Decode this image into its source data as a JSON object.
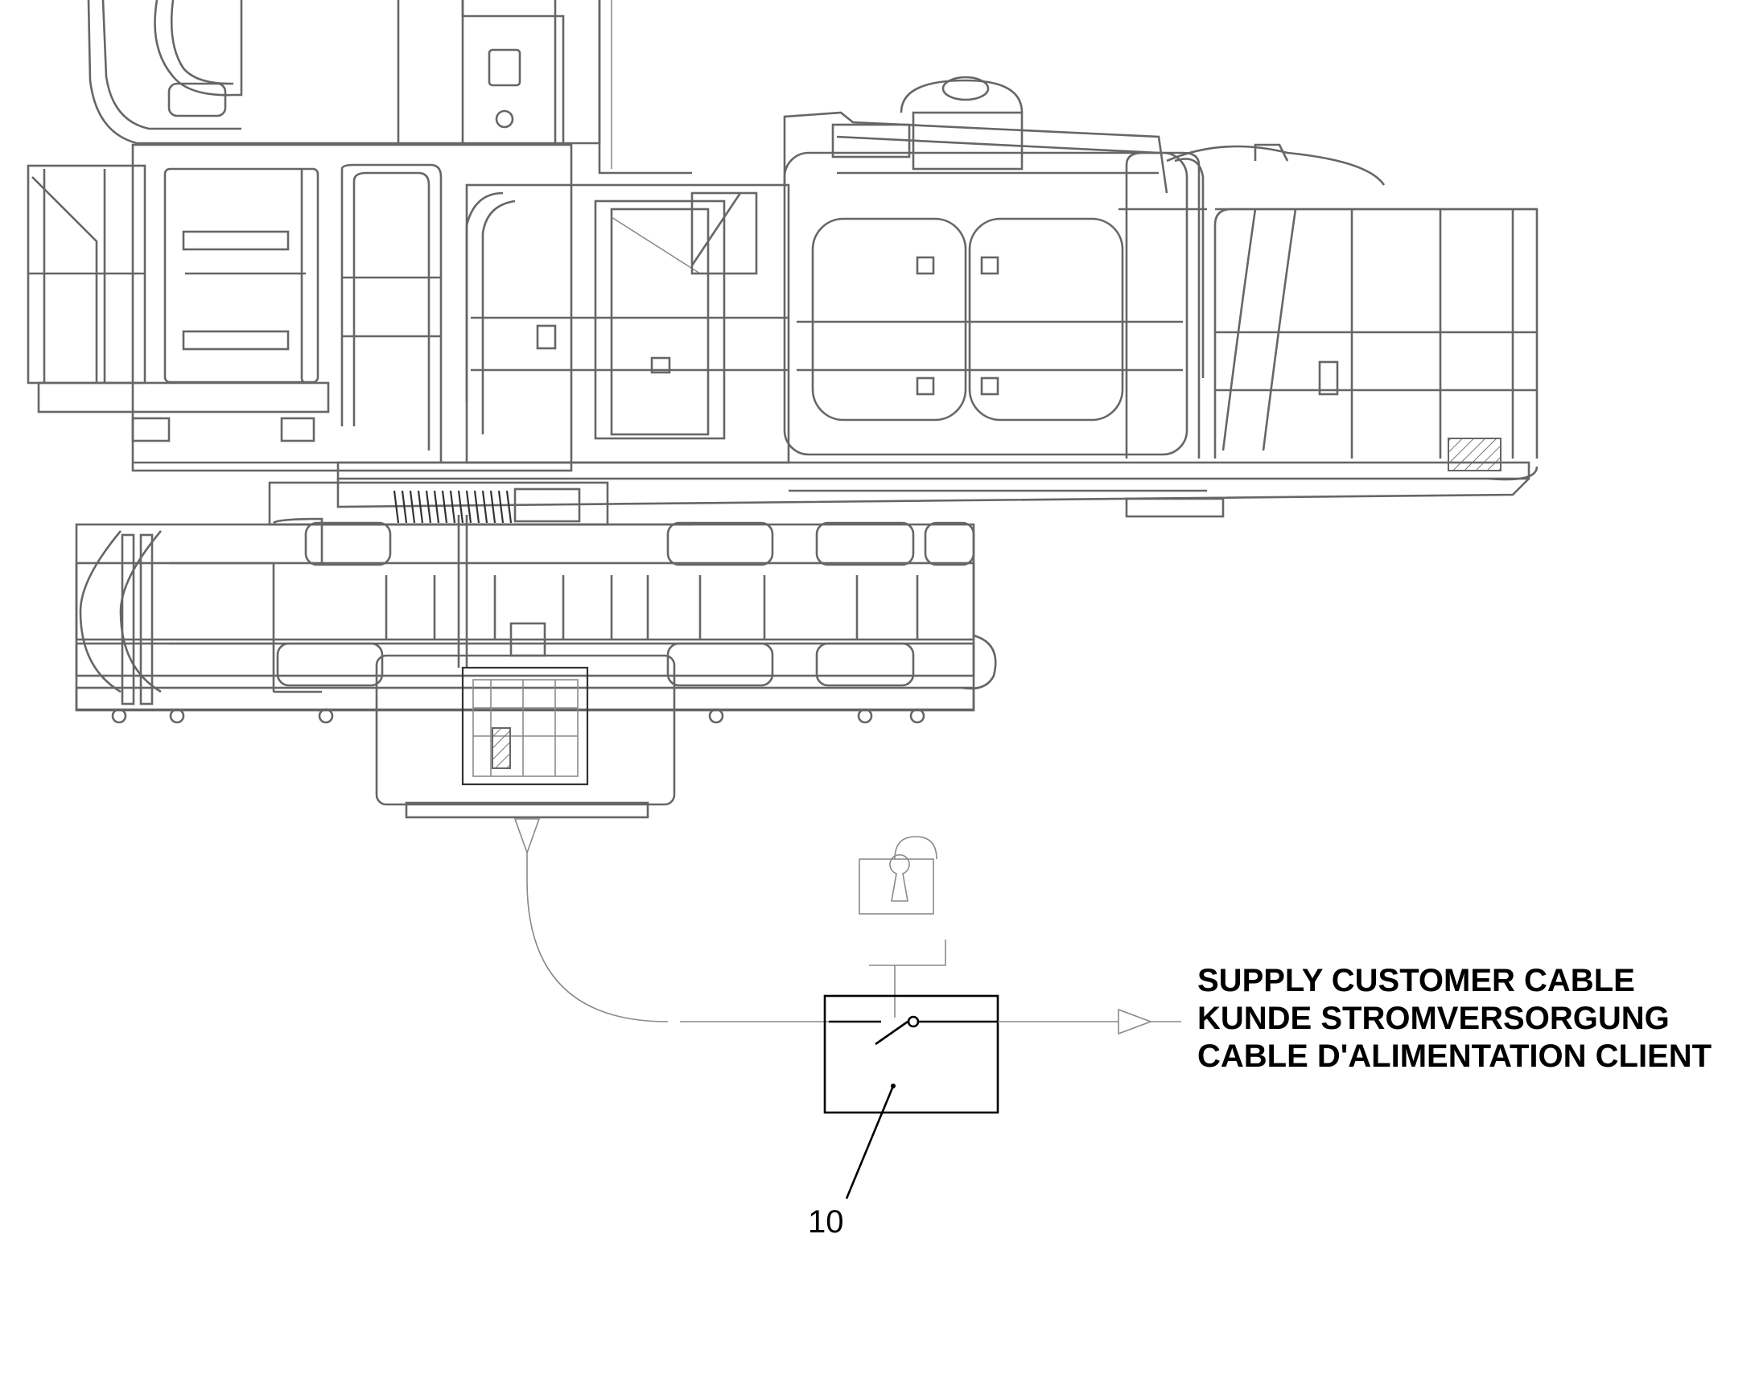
{
  "labels": {
    "supply_en": "SUPPLY CUSTOMER CABLE",
    "supply_de": "KUNDE STROMVERSORGUNG",
    "supply_fr": "CABLE D'ALIMENTATION CLIENT"
  },
  "callout": "10",
  "colors": {
    "line_art": "#666666",
    "schematic": "#000000",
    "background": "#ffffff"
  }
}
